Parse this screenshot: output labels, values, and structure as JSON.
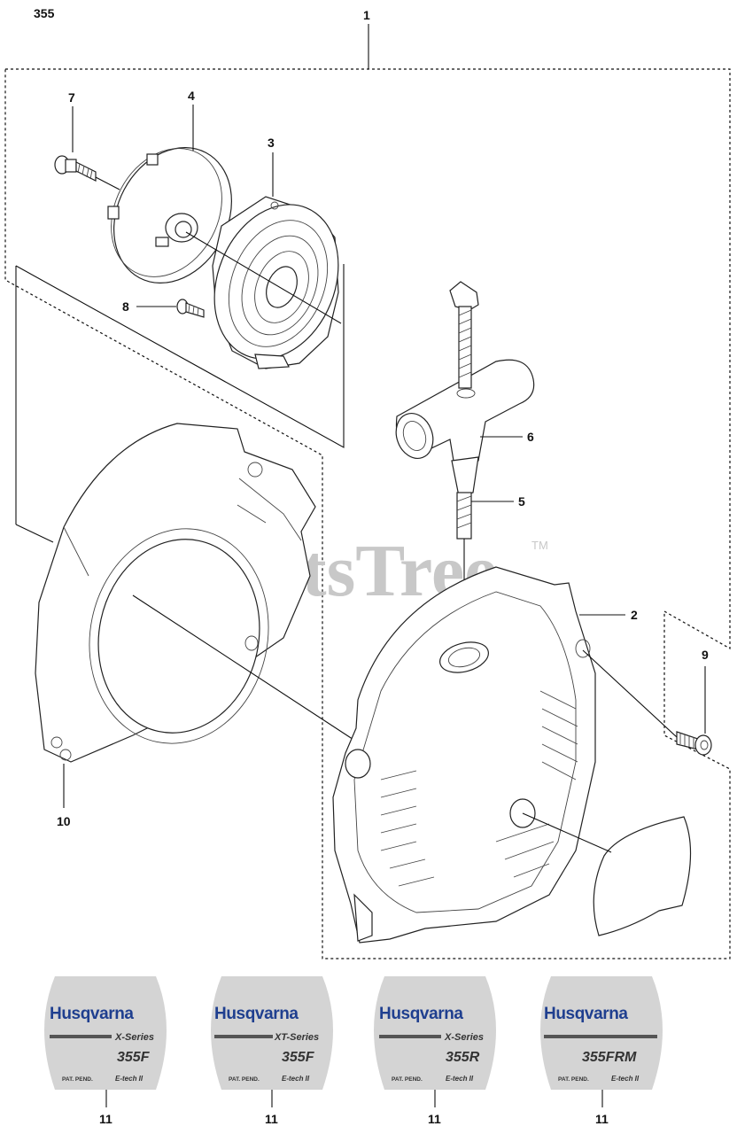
{
  "diagram": {
    "model_label": "355",
    "watermark": "PartsTree",
    "trademark": "TM",
    "callouts": [
      {
        "id": "1",
        "label": "1"
      },
      {
        "id": "2",
        "label": "2"
      },
      {
        "id": "3",
        "label": "3"
      },
      {
        "id": "4",
        "label": "4"
      },
      {
        "id": "5",
        "label": "5"
      },
      {
        "id": "6",
        "label": "6"
      },
      {
        "id": "7",
        "label": "7"
      },
      {
        "id": "8",
        "label": "8"
      },
      {
        "id": "9",
        "label": "9"
      },
      {
        "id": "10",
        "label": "10"
      }
    ],
    "decals": [
      {
        "brand": "Husqvarna",
        "series": "X-Series",
        "model": "355F",
        "pat": "PAT. PEND.",
        "etech": "E-tech II",
        "callout": "11"
      },
      {
        "brand": "Husqvarna",
        "series": "XT-Series",
        "model": "355F",
        "pat": "PAT. PEND.",
        "etech": "E-tech II",
        "callout": "11"
      },
      {
        "brand": "Husqvarna",
        "series": "X-Series",
        "model": "355R",
        "pat": "PAT. PEND.",
        "etech": "E-tech II",
        "callout": "11"
      },
      {
        "brand": "Husqvarna",
        "series": "",
        "model": "355FRM",
        "pat": "PAT. PEND.",
        "etech": "E-tech II",
        "callout": "11"
      }
    ],
    "colors": {
      "brand_blue": "#1f3f8f",
      "decal_gray": "#d4d4d4",
      "watermark_gray": "#c8c8c8"
    }
  }
}
